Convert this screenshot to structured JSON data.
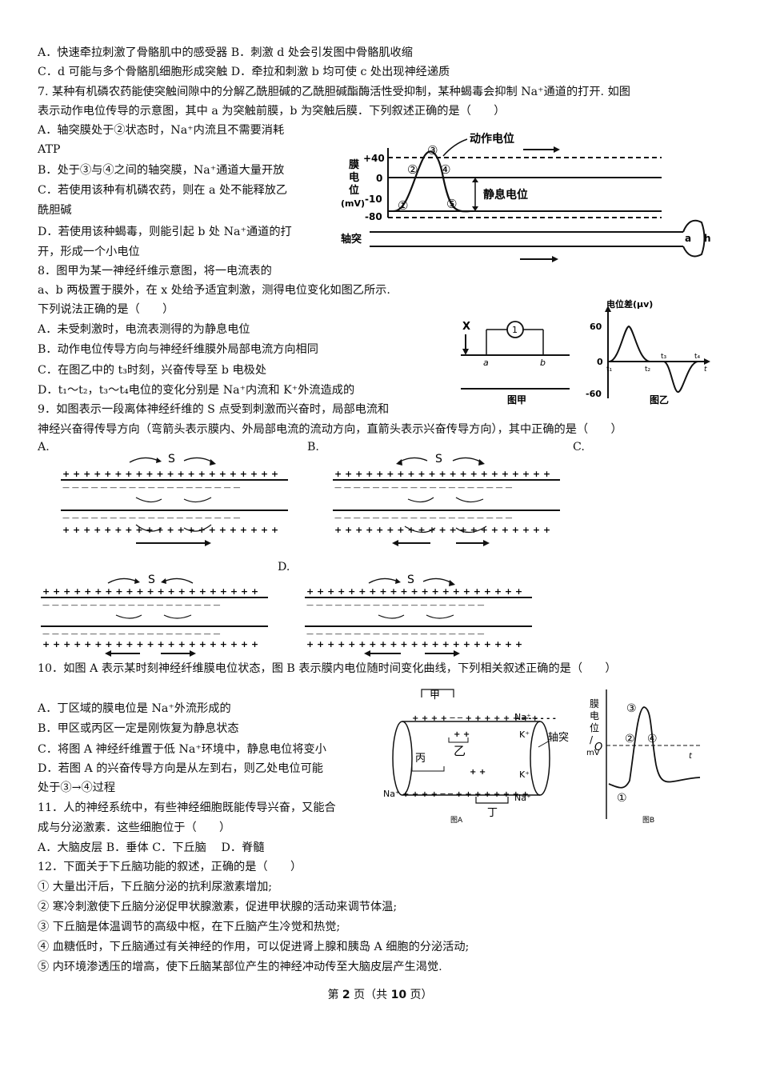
{
  "lines": [
    "A．快速牵拉刺激了骨骼肌中的感受器 B．刺激 d 处会引发图中骨骼肌收缩",
    "C．d 可能与多个骨骼肌细胞形成突触 D．牵拉和刺激 b 均可使 c 处出现神经递质",
    "7. 某种有机磷农药能使突触间隙中的分解乙酰胆碱的乙酰胆碱酯酶活性受抑制，某种蝎毒会抑制 Na⁺通道的打开. 如图",
    "表示动作电位传导的示意图，其中 a 为突触前膜，b 为突触后膜．下列叙述正确的是（　　）",
    "A．轴突膜处于②状态时，Na⁺内流且不需要消耗",
    "ATP",
    "B．处于③与④之间的轴突膜，Na⁺通道大量开放",
    "C．若使用该种有机磷农药，则在 a 处不能释放乙",
    "酰胆碱",
    "D．若使用该种蝎毒，则能引起 b 处 Na⁺通道的打",
    "开，形成一个小电位",
    "8．图甲为某一神经纤维示意图，将一电流表的",
    "a、b 两极置于膜外，在 x 处给予适宜刺激，测得电位变化如图乙所示.",
    "下列说法正确的是（　　）",
    "A．未受刺激时，电流表测得的为静息电位",
    "B．动作电位传导方向与神经纤维膜外局部电流方向相同",
    "C．在图乙中的 t₃时刻，兴奋传导至 b 电极处",
    "D．t₁～t₂，t₃～t₄电位的变化分别是 Na⁺内流和 K⁺外流造成的",
    "9．如图表示一段离体神经纤维的 S 点受到刺激而兴奋时，局部电流和",
    "神经兴奋得传导方向（弯箭头表示膜内、外局部电流的流动方向，直箭头表示兴奋传导方向），其中正确的是（　　）",
    "10．如图 A 表示某时刻神经纤维膜电位状态，图 B 表示膜内电位随时间变化曲线，下列相关叙述正确的是（　　）",
    "A．丁区域的膜电位是 Na⁺外流形成的",
    "B．甲区或丙区一定是刚恢复为静息状态",
    "C．将图 A 神经纤维置于低 Na⁺环境中，静息电位将变小",
    "D．若图 A 的兴奋传导方向是从左到右，则乙处电位可能",
    "处于③→④过程",
    "11．人的神经系统中，有些神经细胞既能传导兴奋，又能合",
    "成与分泌激素．这些细胞位于（　　）",
    "A．大脑皮层 B．垂体 C．下丘脑　 D．脊髓",
    "12．下面关于下丘脑功能的叙述，正确的是（　　）",
    "① 大量出汗后，下丘脑分泌的抗利尿激素增加;",
    "② 寒冷刺激使下丘脑分泌促甲状腺激素，促进甲状腺的活动来调节体温;",
    "③ 下丘脑是体温调节的高级中枢，在下丘脑产生冷觉和热觉;",
    "④ 血糖低时，下丘脑通过有关神经的作用，可以促进肾上腺和胰岛 A 细胞的分泌活动;",
    "⑤ 内环境渗透压的增高，使下丘脑某部位产生的神经冲动传至大脑皮层产生渴觉."
  ],
  "q9_option_labels": [
    "A.",
    "B.",
    "C.",
    "D."
  ],
  "fig7": {
    "ylabel": "膜电位(mV)",
    "yticks": [
      "+40",
      "0",
      "-10",
      "-80"
    ],
    "action_label": "动作电位",
    "rest_label": "静息电位",
    "axon_label": "轴突",
    "a_label": "a",
    "h_label": "h",
    "markers": [
      "①",
      "②",
      "③",
      "④",
      "⑤"
    ]
  },
  "fig8": {
    "jia_caption": "图甲",
    "yi_caption": "图乙",
    "x_label": "X",
    "a_label": "a",
    "b_label": "b",
    "meter_label": "1",
    "ylabel": "电位差(μv)",
    "y_top": "60",
    "y_zero": "0",
    "y_bottom": "-60",
    "t_labels": [
      "t₁",
      "t₂",
      "t₃",
      "t₄",
      "t"
    ]
  },
  "fig9": {
    "s_label": "S",
    "plus_row": "+ + + + + + + + + + + + + + + + + + + + +",
    "minus_row": "— — — — — — — — — — — — — — — — — — —"
  },
  "fig10": {
    "labels": [
      "甲",
      "乙",
      "丙",
      "丁",
      "轴突",
      "Na⁺",
      "K⁺",
      "Na⁺",
      "K⁺",
      "Na⁺"
    ],
    "captionA": "图A",
    "captionB": "图B",
    "ylabel": "膜电位/mV",
    "o_label": "O",
    "t_label": "t",
    "markers": [
      "①",
      "②",
      "③",
      "④"
    ]
  },
  "footer": {
    "pre": "第 ",
    "page": "2",
    "mid": " 页（共 ",
    "total": "10",
    "post": " 页）"
  }
}
